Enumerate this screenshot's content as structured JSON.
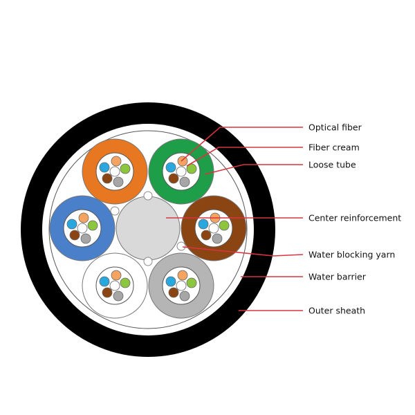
{
  "labels": {
    "optical_fiber": "Optical fiber",
    "fiber_cream": "Fiber cream",
    "loose_tube": "Loose tube",
    "center_reinforcement": "Center reinforcement",
    "water_blocking_yarn": "Water blocking yarn",
    "water_barrier": "Water barrier",
    "outer_sheath": "Outer sheath"
  },
  "colors": {
    "leader_line": "#d9343f",
    "sheath": "#000000",
    "center": "#d9d9d9",
    "tubes": [
      "#e87722",
      "#1f9e4a",
      "#4a7fc9",
      "#8b4513",
      "#ffffff",
      "#b5b5b5"
    ],
    "fibers": [
      "#f4a460",
      "#29a8e0",
      "#8cc63f",
      "#8b4513",
      "#a6a6a6",
      "#ffffff"
    ]
  }
}
